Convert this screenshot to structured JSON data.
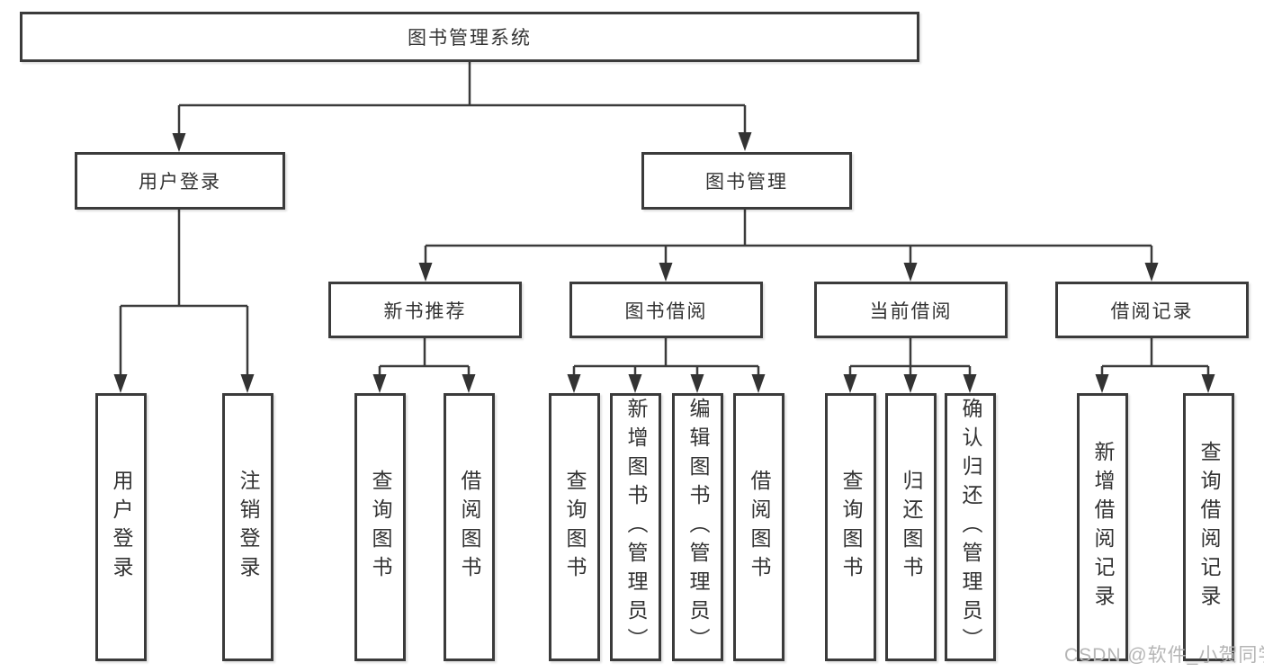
{
  "tree": {
    "label": "图书管理系统",
    "children": [
      {
        "label": "用户登录",
        "children": [
          {
            "label": "用户登录"
          },
          {
            "label": "注销登录"
          }
        ]
      },
      {
        "label": "图书管理",
        "children": [
          {
            "label": "新书推荐",
            "children": [
              {
                "label": "查询图书"
              },
              {
                "label": "借阅图书"
              }
            ]
          },
          {
            "label": "图书借阅",
            "children": [
              {
                "label": "查询图书"
              },
              {
                "label": "新增图书（管理员）"
              },
              {
                "label": "编辑图书（管理员）"
              },
              {
                "label": "借阅图书"
              }
            ]
          },
          {
            "label": "当前借阅",
            "children": [
              {
                "label": "查询图书"
              },
              {
                "label": "归还图书"
              },
              {
                "label": "确认归还（管理员）"
              }
            ]
          },
          {
            "label": "借阅记录",
            "children": [
              {
                "label": "新增借阅记录"
              },
              {
                "label": "查询借阅记录"
              }
            ]
          }
        ]
      }
    ]
  },
  "watermark": "CSDN @软件_小贺同学",
  "colors": {
    "line": "#3b3b3b",
    "arrow": "#333333",
    "box_border": "#3b3b3b",
    "box_bg": "#ffffff",
    "text": "#333333",
    "watermark": "#b5b5b5",
    "background": "#ffffff"
  }
}
